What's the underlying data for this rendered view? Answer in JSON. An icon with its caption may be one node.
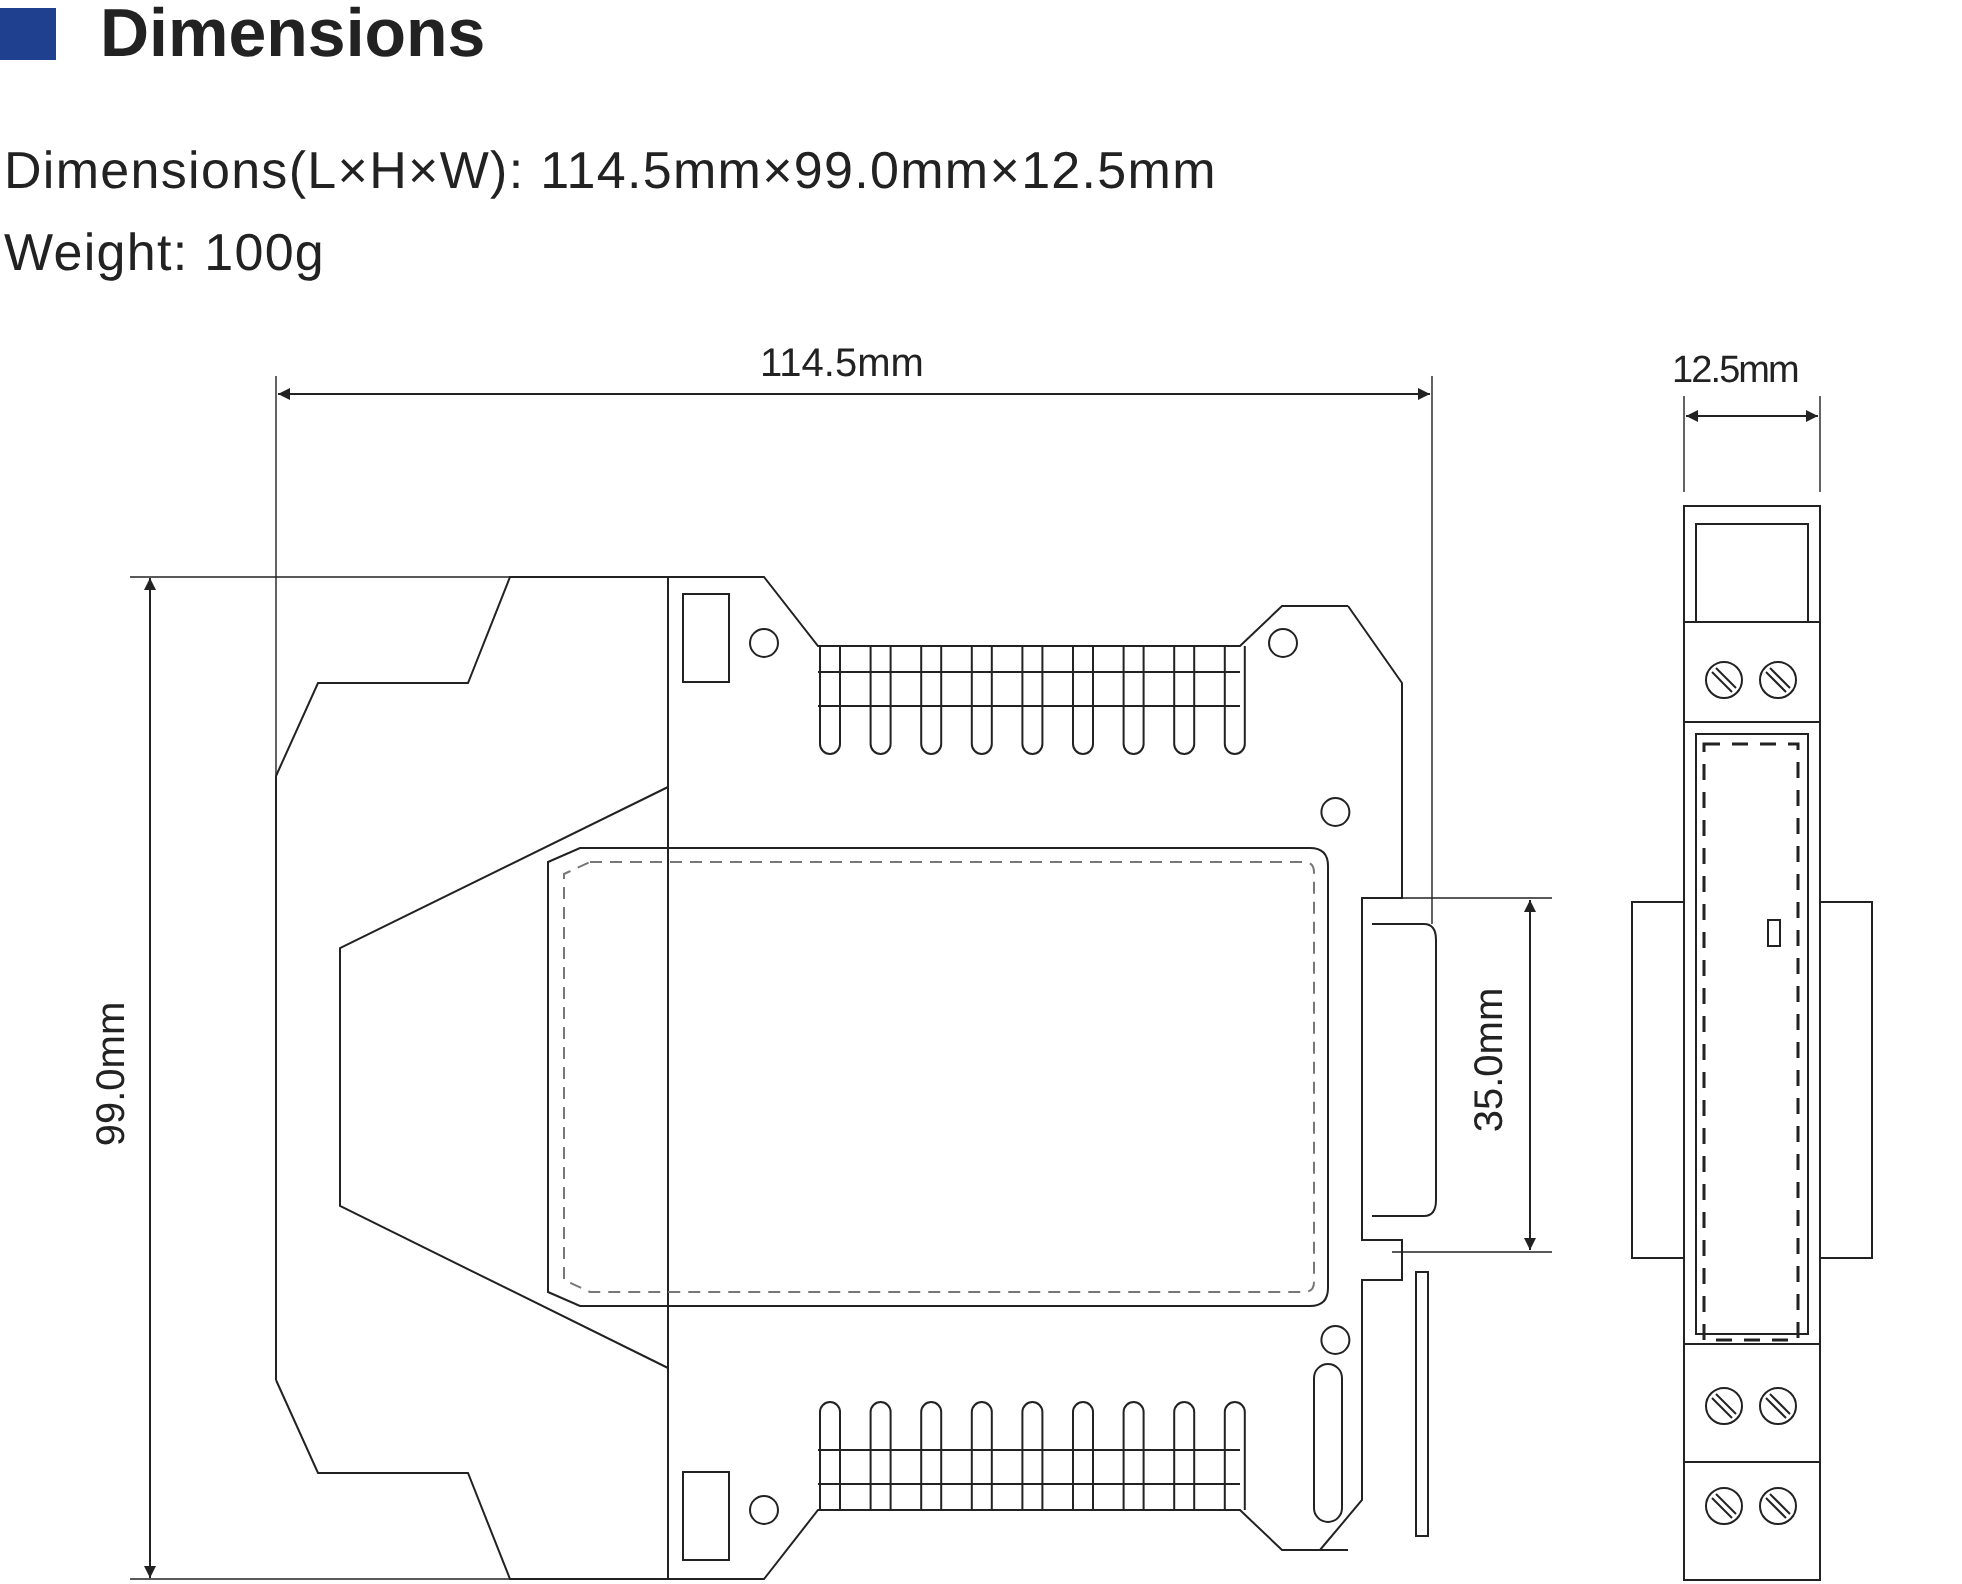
{
  "diagram": {
    "title": "Dimensions",
    "labels": [
      "Dimensions(L×H×W): 114.5mm×99.0mm×12.5mm",
      "Weight: 100g",
      "114.5mm",
      "12.5mm",
      "99.0mm",
      "35.0mm"
    ]
  }
}
